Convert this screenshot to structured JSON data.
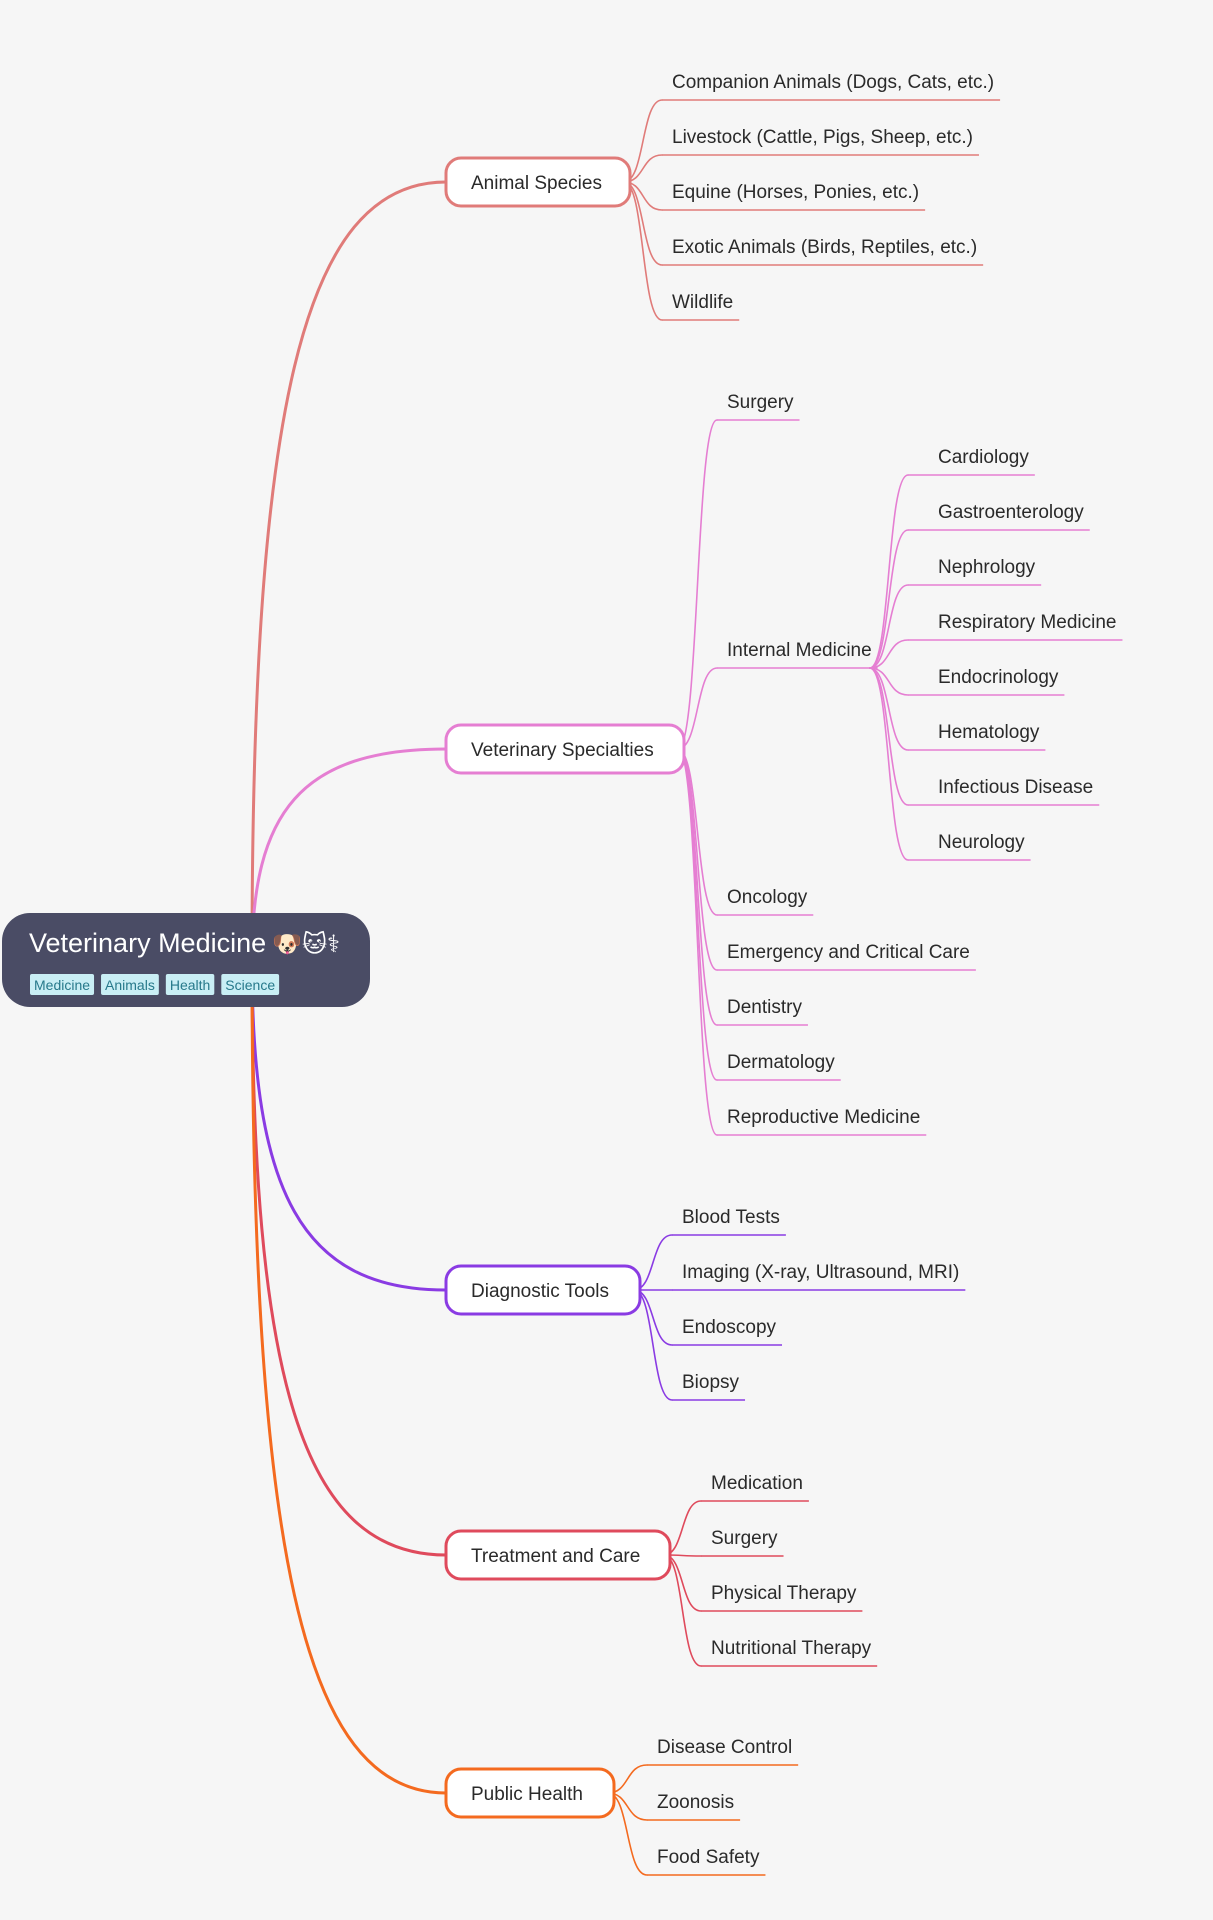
{
  "root": {
    "title": "Veterinary Medicine",
    "emoji": "🐶🐱⚕",
    "tags": [
      "Medicine",
      "Animals",
      "Health",
      "Science"
    ]
  },
  "colors": {
    "background": "#f6f6f6",
    "root_fill": "#4a4c65",
    "tag_fill": "#c9eef5",
    "tag_text": "#27798b",
    "text": "#2a2a2a"
  },
  "branches": [
    {
      "label": "Animal Species",
      "color": "#e07b79",
      "children": [
        {
          "label": "Companion Animals (Dogs, Cats, etc.)"
        },
        {
          "label": "Livestock (Cattle, Pigs, Sheep, etc.)"
        },
        {
          "label": "Equine (Horses, Ponies, etc.)"
        },
        {
          "label": "Exotic Animals (Birds, Reptiles, etc.)"
        },
        {
          "label": "Wildlife"
        }
      ]
    },
    {
      "label": "Veterinary Specialties",
      "color": "#e57ed2",
      "children": [
        {
          "label": "Surgery"
        },
        {
          "label": "Internal Medicine",
          "children": [
            {
              "label": "Cardiology"
            },
            {
              "label": "Gastroenterology"
            },
            {
              "label": "Nephrology"
            },
            {
              "label": "Respiratory Medicine"
            },
            {
              "label": "Endocrinology"
            },
            {
              "label": "Hematology"
            },
            {
              "label": "Infectious Disease"
            },
            {
              "label": "Neurology"
            }
          ]
        },
        {
          "label": "Oncology"
        },
        {
          "label": "Emergency and Critical Care"
        },
        {
          "label": "Dentistry"
        },
        {
          "label": "Dermatology"
        },
        {
          "label": "Reproductive Medicine"
        }
      ]
    },
    {
      "label": "Diagnostic Tools",
      "color": "#8a3be3",
      "children": [
        {
          "label": "Blood Tests"
        },
        {
          "label": "Imaging (X-ray, Ultrasound, MRI)"
        },
        {
          "label": "Endoscopy"
        },
        {
          "label": "Biopsy"
        }
      ]
    },
    {
      "label": "Treatment and Care",
      "color": "#df4a5c",
      "children": [
        {
          "label": "Medication"
        },
        {
          "label": "Surgery"
        },
        {
          "label": "Physical Therapy"
        },
        {
          "label": "Nutritional Therapy"
        }
      ]
    },
    {
      "label": "Public Health",
      "color": "#f46a1f",
      "children": [
        {
          "label": "Disease Control"
        },
        {
          "label": "Zoonosis"
        },
        {
          "label": "Food Safety"
        }
      ]
    }
  ]
}
